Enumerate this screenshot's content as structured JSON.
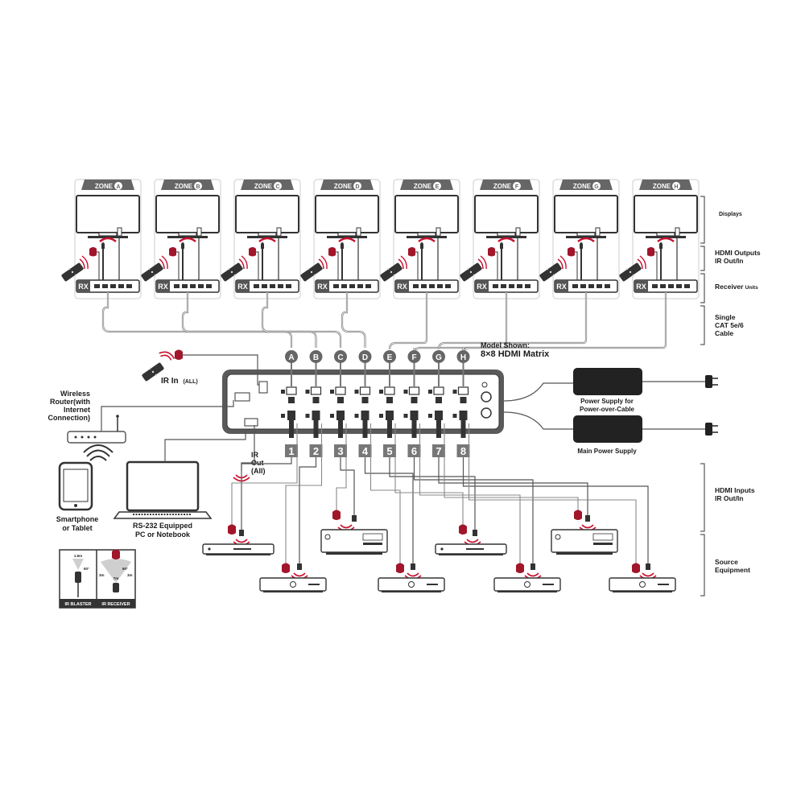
{
  "zones": [
    {
      "label": "ZONE",
      "letter": "A"
    },
    {
      "label": "ZONE",
      "letter": "B"
    },
    {
      "label": "ZONE",
      "letter": "C"
    },
    {
      "label": "ZONE",
      "letter": "D"
    },
    {
      "label": "ZONE",
      "letter": "E"
    },
    {
      "label": "ZONE",
      "letter": "F"
    },
    {
      "label": "ZONE",
      "letter": "G"
    },
    {
      "label": "ZONE",
      "letter": "H"
    }
  ],
  "receiver_badge": "RX",
  "port_numbers": [
    "1",
    "2",
    "3",
    "4",
    "5",
    "6",
    "7",
    "8"
  ],
  "output_letters": [
    "A",
    "B",
    "C",
    "D",
    "E",
    "F",
    "G",
    "H"
  ],
  "model": {
    "line1": "Model Shown:",
    "line2": "8×8 HDMI Matrix"
  },
  "ir_in": {
    "label": "IR In",
    "suffix": "(ALL)"
  },
  "ir_out": {
    "line1": "IR",
    "line2": "Out",
    "line3": "(All)"
  },
  "router": {
    "line1": "Wireless",
    "line2": "Router(with",
    "line3": "Internet",
    "line4": "Connection)"
  },
  "phone": {
    "line1": "Smartphone",
    "line2": "or Tablet"
  },
  "pc": {
    "line1": "RS-232 Equipped",
    "line2": "PC or Notebook"
  },
  "psu_poc": {
    "line1": "Power Supply for",
    "line2": "Power-over-Cable"
  },
  "psu_main": {
    "label": "Main Power Supply"
  },
  "brackets": {
    "displays": "Displays",
    "hdmi_out_1": "HDMI Outputs",
    "hdmi_out_2": "IR Out/In",
    "receiver": "Receiver",
    "receiver_units": "Units",
    "cat_1": "Single",
    "cat_2": "CAT 5e/6",
    "cat_3": "Cable",
    "hdmi_in_1": "HDMI Inputs",
    "hdmi_in_2": "IR Out/In",
    "source_1": "Source",
    "source_2": "Equipment"
  },
  "ir_legend": {
    "blaster": "IR BLASTER",
    "receiver": "IR RECEIVER",
    "blaster_dist": "1.5m",
    "blaster_angle": "60°",
    "receiver_dist": "7m",
    "receiver_angle": "60°",
    "receiver_side_l": "3m",
    "receiver_side_r": "3m"
  },
  "colors": {
    "ir_red": "#c8102e",
    "device_grey": "#555555",
    "zone_tab": "#666666"
  }
}
